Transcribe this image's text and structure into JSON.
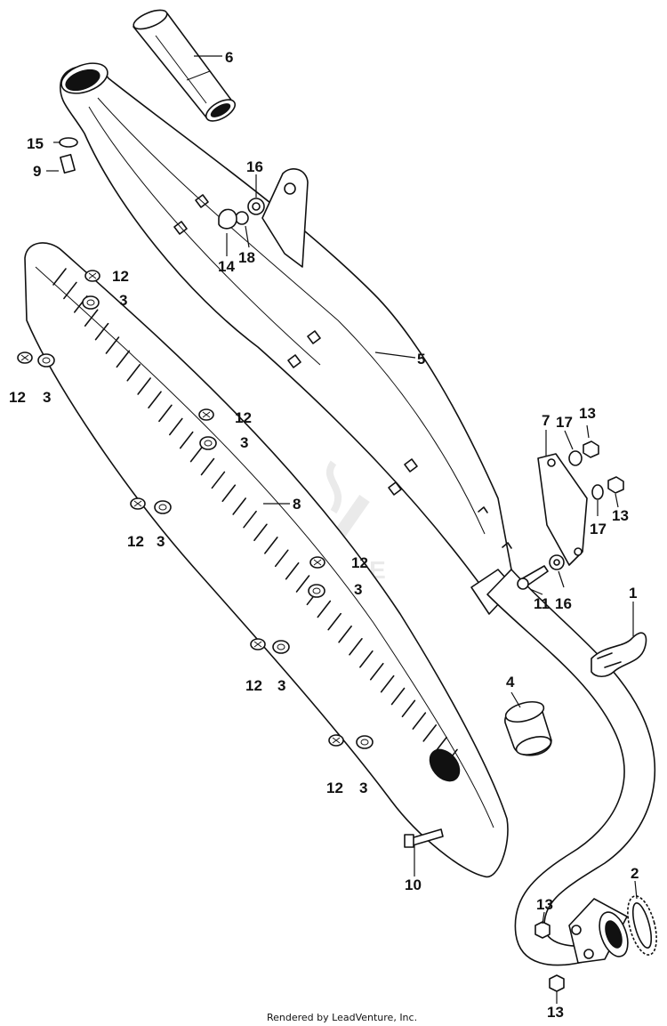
{
  "diagram": {
    "type": "exploded-parts-diagram",
    "callouts": [
      {
        "id": "c1",
        "label": "1"
      },
      {
        "id": "c2",
        "label": "2"
      },
      {
        "id": "c3a",
        "label": "3"
      },
      {
        "id": "c3b",
        "label": "3"
      },
      {
        "id": "c3c",
        "label": "3"
      },
      {
        "id": "c3d",
        "label": "3"
      },
      {
        "id": "c3e",
        "label": "3"
      },
      {
        "id": "c3f",
        "label": "3"
      },
      {
        "id": "c3g",
        "label": "3"
      },
      {
        "id": "c4",
        "label": "4"
      },
      {
        "id": "c5",
        "label": "5"
      },
      {
        "id": "c6",
        "label": "6"
      },
      {
        "id": "c7",
        "label": "7"
      },
      {
        "id": "c8",
        "label": "8"
      },
      {
        "id": "c9",
        "label": "9"
      },
      {
        "id": "c10",
        "label": "10"
      },
      {
        "id": "c11",
        "label": "11"
      },
      {
        "id": "c12a",
        "label": "12"
      },
      {
        "id": "c12b",
        "label": "12"
      },
      {
        "id": "c12c",
        "label": "12"
      },
      {
        "id": "c12d",
        "label": "12"
      },
      {
        "id": "c12e",
        "label": "12"
      },
      {
        "id": "c12f",
        "label": "12"
      },
      {
        "id": "c12g",
        "label": "12"
      },
      {
        "id": "c13a",
        "label": "13"
      },
      {
        "id": "c13b",
        "label": "13"
      },
      {
        "id": "c13c",
        "label": "13"
      },
      {
        "id": "c13d",
        "label": "13"
      },
      {
        "id": "c14",
        "label": "14"
      },
      {
        "id": "c15",
        "label": "15"
      },
      {
        "id": "c16a",
        "label": "16"
      },
      {
        "id": "c16b",
        "label": "16"
      },
      {
        "id": "c17a",
        "label": "17"
      },
      {
        "id": "c17b",
        "label": "17"
      },
      {
        "id": "c18",
        "label": "18"
      }
    ],
    "watermark": "VENTURE",
    "footer": "Rendered by LeadVenture, Inc."
  }
}
